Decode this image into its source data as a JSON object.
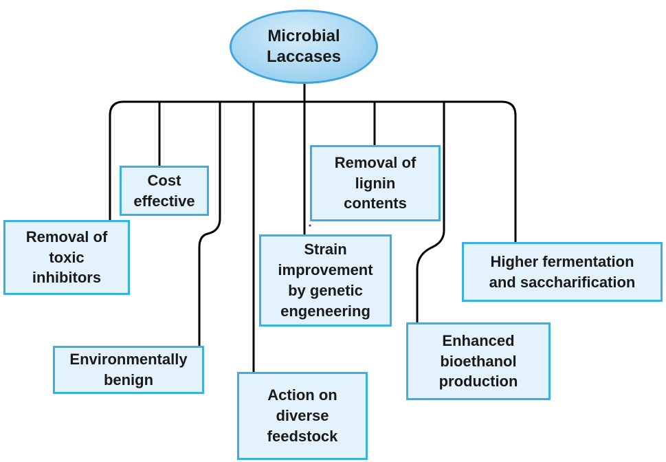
{
  "diagram": {
    "root": {
      "label": "Microbial\nLaccases"
    },
    "nodes": [
      {
        "id": "cost-effective",
        "label": "Cost\neffective"
      },
      {
        "id": "removal-of-toxic-inhibitors",
        "label": "Removal of\ntoxic\ninhibitors"
      },
      {
        "id": "environmentally-benign",
        "label": "Environmentally\nbenign"
      },
      {
        "id": "action-on-diverse-feedstock",
        "label": "Action on\ndiverse\nfeedstock"
      },
      {
        "id": "strain-improvement",
        "label": "Strain\nimprovement\nby genetic\nengeneering"
      },
      {
        "id": "removal-of-lignin-contents",
        "label": "Removal of\nlignin\ncontents"
      },
      {
        "id": "enhanced-bioethanol-production",
        "label": "Enhanced\nbioethanol\nproduction"
      },
      {
        "id": "higher-fermentation",
        "label": "Higher fermentation\nand saccharification"
      }
    ],
    "colors": {
      "box_fill": "#e3f2fc",
      "box_border": "#39b1e0",
      "root_fill": "#a9d8f3",
      "root_border": "#3fa3dc",
      "connector": "#000000"
    }
  }
}
